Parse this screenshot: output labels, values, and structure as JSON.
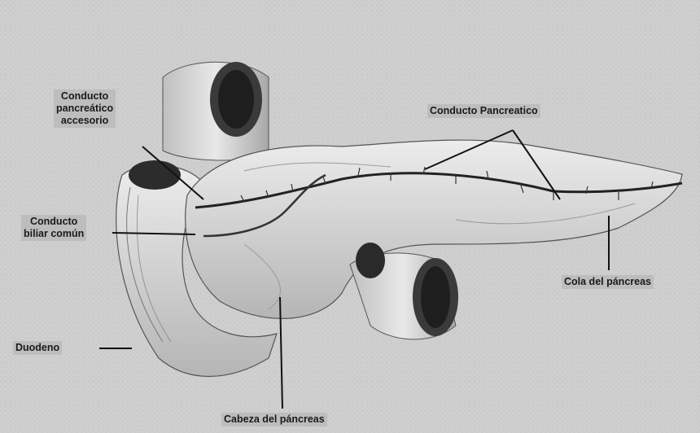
{
  "labels": {
    "conducto_accesorio": [
      "Conducto",
      "pancreático",
      "accesorio"
    ],
    "conducto_pancreatico": "Conducto Pancreatico",
    "conducto_biliar": [
      "Conducto",
      "biliar común"
    ],
    "cola": "Cola del páncreas",
    "duodeno": "Duodeno",
    "cabeza": "Cabeza del páncreas"
  },
  "colors": {
    "background": "#cfcfcf",
    "organ_light": "#e4e4e4",
    "organ_mid": "#b9b9b9",
    "ink": "#1a1a1a"
  }
}
